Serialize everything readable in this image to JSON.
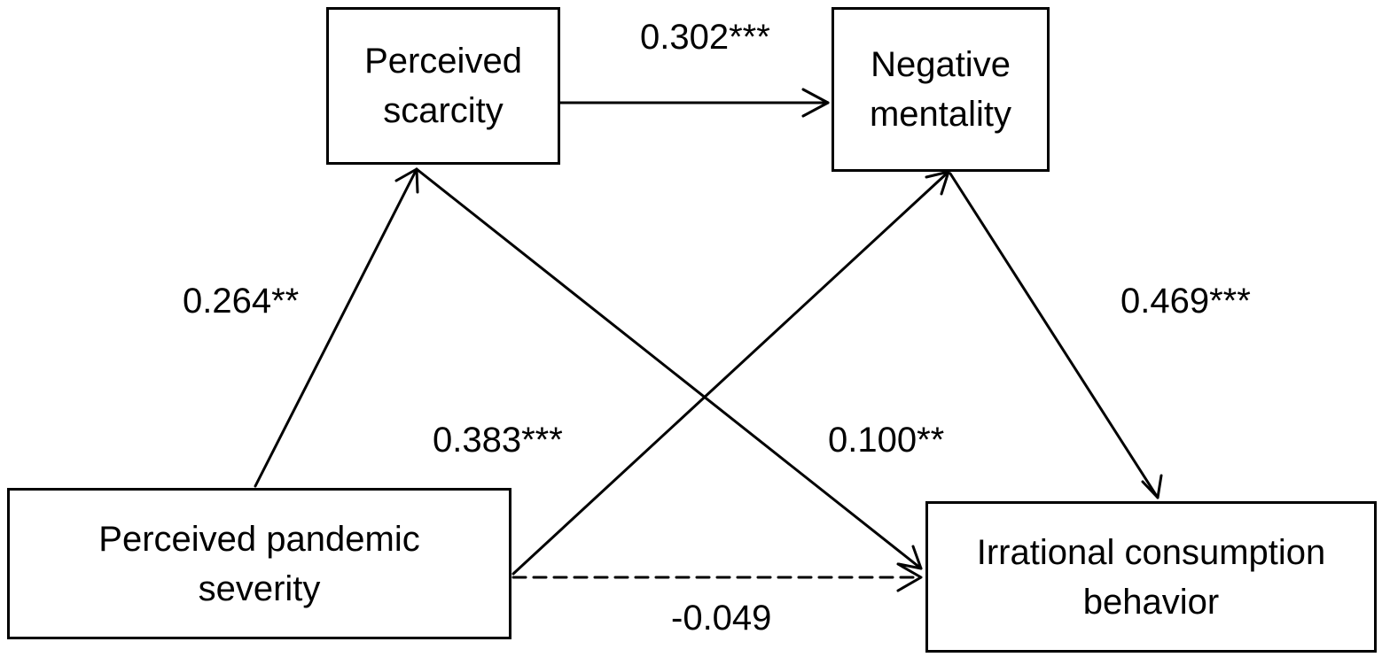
{
  "nodes": {
    "perceived_scarcity": {
      "line1": "Perceived",
      "line2": "scarcity"
    },
    "negative_mentality": {
      "line1": "Negative",
      "line2": "mentality"
    },
    "perceived_pandemic_severity": {
      "line1": "Perceived pandemic",
      "line2": "severity"
    },
    "irrational_consumption_behavior": {
      "line1": "Irrational consumption",
      "line2": "behavior"
    }
  },
  "paths": [
    {
      "from": "perceived_scarcity",
      "to": "negative_mentality",
      "coefficient": "0.302***",
      "style": "solid"
    },
    {
      "from": "perceived_pandemic_severity",
      "to": "perceived_scarcity",
      "coefficient": "0.264**",
      "style": "solid"
    },
    {
      "from": "negative_mentality",
      "to": "irrational_consumption_behavior",
      "coefficient": "0.469***",
      "style": "solid"
    },
    {
      "from": "perceived_pandemic_severity",
      "to": "negative_mentality",
      "coefficient": "0.383***",
      "style": "solid"
    },
    {
      "from": "perceived_scarcity",
      "to": "irrational_consumption_behavior",
      "coefficient": "0.100**",
      "style": "solid"
    },
    {
      "from": "perceived_pandemic_severity",
      "to": "irrational_consumption_behavior",
      "coefficient": "-0.049",
      "style": "dashed"
    }
  ]
}
